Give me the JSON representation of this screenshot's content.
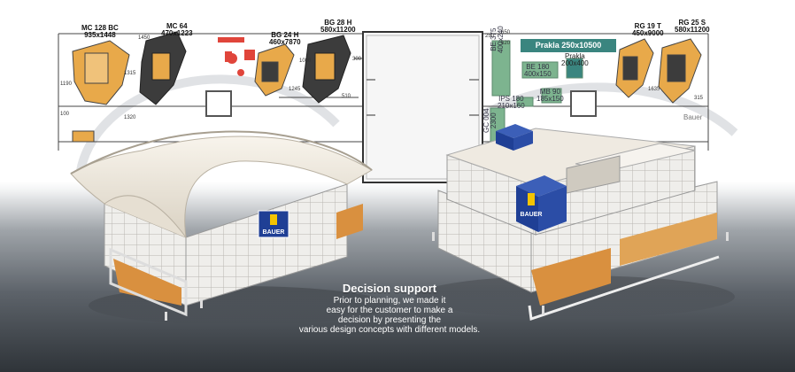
{
  "plan": {
    "machines_left": [
      {
        "name": "MC 128 BC",
        "dims": "935x1448"
      },
      {
        "name": "MC 64",
        "dims": "470x1223"
      },
      {
        "name": "BG 24 H",
        "dims": "460x7870"
      },
      {
        "name": "BG 28 H",
        "dims": "580x11200"
      }
    ],
    "machines_right": [
      {
        "name": "RG 19 T",
        "dims": "450x9000"
      },
      {
        "name": "RG 25 S",
        "dims": "580x11200"
      }
    ],
    "dimension_marks": [
      "1450",
      "1315",
      "1080",
      "300",
      "1245",
      "510",
      "1320",
      "1190",
      "100",
      "250",
      "650",
      "620",
      "1635",
      "315"
    ],
    "prakla_main": "Prakla 250x10500",
    "prakla_small": {
      "line1": "Prakla",
      "line2": "200x400"
    },
    "equipment": [
      {
        "line1": "BE 180",
        "line2": "400x150"
      },
      {
        "line1": "BE 375",
        "line2": "400x240"
      },
      {
        "line1": "IPS 180",
        "line2": "210x160"
      },
      {
        "line1": "MB 90",
        "line2": "185x150"
      },
      {
        "line1": "GC 004",
        "line2": "2300"
      }
    ],
    "brand_word": "Bauer"
  },
  "logo_text": "BAUER",
  "caption": {
    "title": "Decision support",
    "lines": [
      "Prior to planning, we made it",
      "easy for the customer to make a",
      "decision by presenting the",
      "various design concepts with different models."
    ]
  },
  "colors": {
    "plan_orange": "#e8a94a",
    "plan_dark": "#3a3a3a",
    "prakla_teal": "#3a857f",
    "equipment_green": "#7db48f",
    "roof_cream": "#f3ece0",
    "facade_white": "#ecebe8",
    "interior_orange": "#d9903f",
    "logo_blue": "#1f3f95",
    "logo_yellow": "#f4c400"
  }
}
